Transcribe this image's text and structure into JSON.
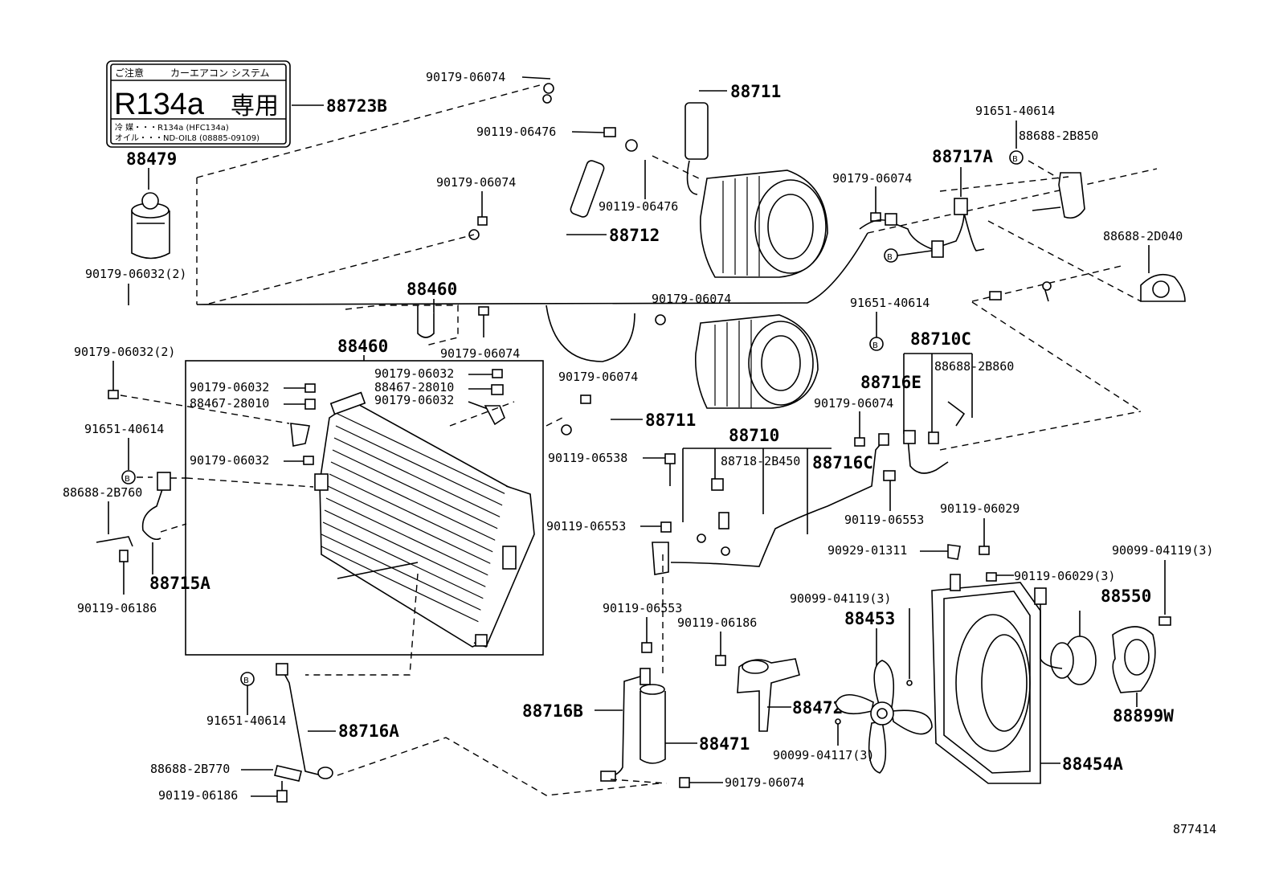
{
  "label_plate": {
    "line1_left": "ご注意",
    "line1_right": "カーエアコン  システム",
    "big_code": "R134a",
    "big_jp": "専用",
    "line3": "冷 媒・・・R134a (HFC134a)",
    "line4": "オイル・・・ND-OIL8 (08885-09109)"
  },
  "labels": {
    "p88723B": "88723B",
    "p88479": "88479",
    "p90179_06032_2_a": "90179-06032(2)",
    "p90179_06074_top": "90179-06074",
    "p88711_top": "88711",
    "p90119_06476_a": "90119-06476",
    "p90179_06074_b": "90179-06074",
    "p90119_06476_b": "90119-06476",
    "p88712": "88712",
    "p88460_top": "88460",
    "p90179_06074_c": "90179-06074",
    "p88460_box": "88460",
    "p90179_06074_d": "90179-06074",
    "p90179_06074_e": "90179-06074",
    "p88711_mid": "88711",
    "p91651_40614_a": "91651-40614",
    "p88688_2B850": "88688-2B850",
    "p88717A": "88717A",
    "p90179_06074_f": "90179-06074",
    "p88688_2D040": "88688-2D040",
    "p91651_40614_b": "91651-40614",
    "p88710C": "88710C",
    "p88688_2B860": "88688-2B860",
    "p88716E": "88716E",
    "p90179_06074_g": "90179-06074",
    "p90179_06032_2_b": "90179-06032(2)",
    "p90179_06032_a": "90179-06032",
    "p88467_28010_a": "88467-28010",
    "p90179_06032_b": "90179-06032",
    "p88467_28010_b": "88467-28010",
    "p90179_06032_c": "90179-06032",
    "p91651_40614_c": "91651-40614",
    "p90179_06032_d": "90179-06032",
    "p88688_2B760": "88688-2B760",
    "p88715A": "88715A",
    "p90119_06186_a": "90119-06186",
    "p88710": "88710",
    "p90119_06538": "90119-06538",
    "p88718_2B450": "88718-2B450",
    "p88716C": "88716C",
    "p90119_06553_a": "90119-06553",
    "p90119_06553_b": "90119-06553",
    "p90119_06029_a": "90119-06029",
    "p90929_01311": "90929-01311",
    "p90099_04119_3_a": "90099-04119(3)",
    "p90119_06029_3": "90119-06029(3)",
    "p88550": "88550",
    "p90099_04119_3_b": "90099-04119(3)",
    "p88453": "88453",
    "p90119_06553_c": "90119-06553",
    "p90119_06186_b": "90119-06186",
    "p88472": "88472",
    "p88716B": "88716B",
    "p88471": "88471",
    "p90099_04117_3": "90099-04117(3)",
    "p88899W": "88899W",
    "p88454A": "88454A",
    "p90179_06074_h": "90179-06074",
    "p91651_40614_d": "91651-40614",
    "p88716A": "88716A",
    "p88688_2B770": "88688-2B770",
    "p90119_06186_c": "90119-06186",
    "bolt_letter": "B",
    "sheet_number": "877414"
  }
}
